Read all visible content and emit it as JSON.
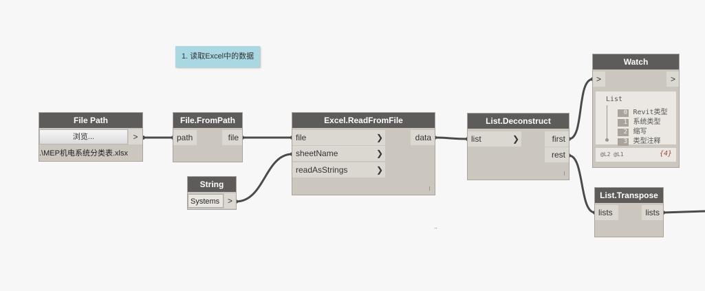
{
  "note": {
    "text": "1. 读取Excel中的数据"
  },
  "nodes": {
    "file_path": {
      "title": "File Path",
      "browse_label": "浏览...",
      "out_arrow": ">",
      "value": ".\\MEP机电系统分类表.xlsx"
    },
    "file_from_path": {
      "title": "File.FromPath",
      "input": "path",
      "output": "file"
    },
    "excel_read": {
      "title": "Excel.ReadFromFile",
      "inputs": [
        "file",
        "sheetName",
        "readAsStrings"
      ],
      "output": "data"
    },
    "string": {
      "title": "String",
      "value": "Systems",
      "out_arrow": ">"
    },
    "list_deconstruct": {
      "title": "List.Deconstruct",
      "input": "list",
      "outputs": [
        "first",
        "rest"
      ]
    },
    "watch": {
      "title": "Watch",
      "in_arrow": ">",
      "out_arrow": ">",
      "list_header": "List",
      "items": [
        {
          "index": "0",
          "value": "Revit类型"
        },
        {
          "index": "1",
          "value": "系统类型"
        },
        {
          "index": "2",
          "value": "缩写"
        },
        {
          "index": "3",
          "value": "类型注释"
        }
      ],
      "levels": "@L2 @L1",
      "count": "{4}"
    },
    "list_transpose": {
      "title": "List.Transpose",
      "input": "lists",
      "output": "lists"
    }
  },
  "canvas": {
    "marker": ".."
  }
}
